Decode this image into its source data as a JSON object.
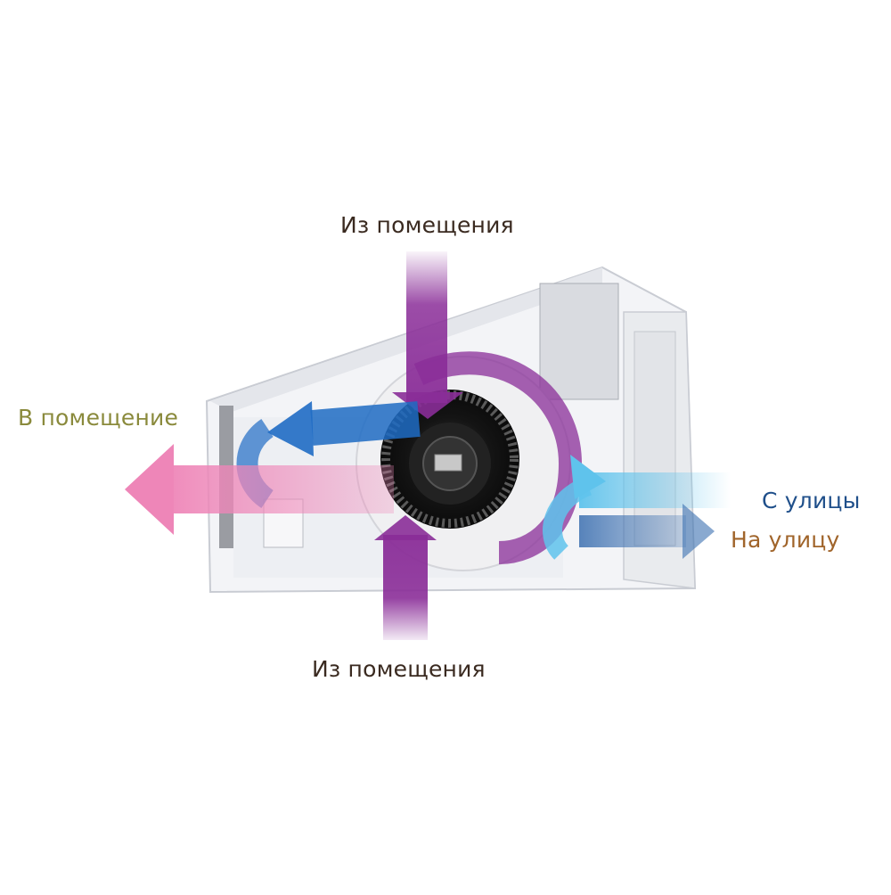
{
  "labels": {
    "from_room_top": "Из помещения",
    "from_room_bottom": "Из помещения",
    "into_room": "В помещение",
    "from_street": "С улицы",
    "to_street": "На улицу"
  },
  "colors": {
    "label_dark": "#3a2a20",
    "label_olive": "#8a8a3c",
    "label_blue": "#1f4f8a",
    "label_brown": "#a0642a",
    "exhaust_purple": "#8a2d98",
    "supply_pink": "#ee86b8",
    "supply_blue": "#1f6cc4",
    "intake_cyan": "#5fc3ec",
    "exhaust_blue": "#3b6fb0"
  },
  "icons": {
    "fan": "centrifugal-fan-icon",
    "housing": "ventilation-unit-housing"
  }
}
